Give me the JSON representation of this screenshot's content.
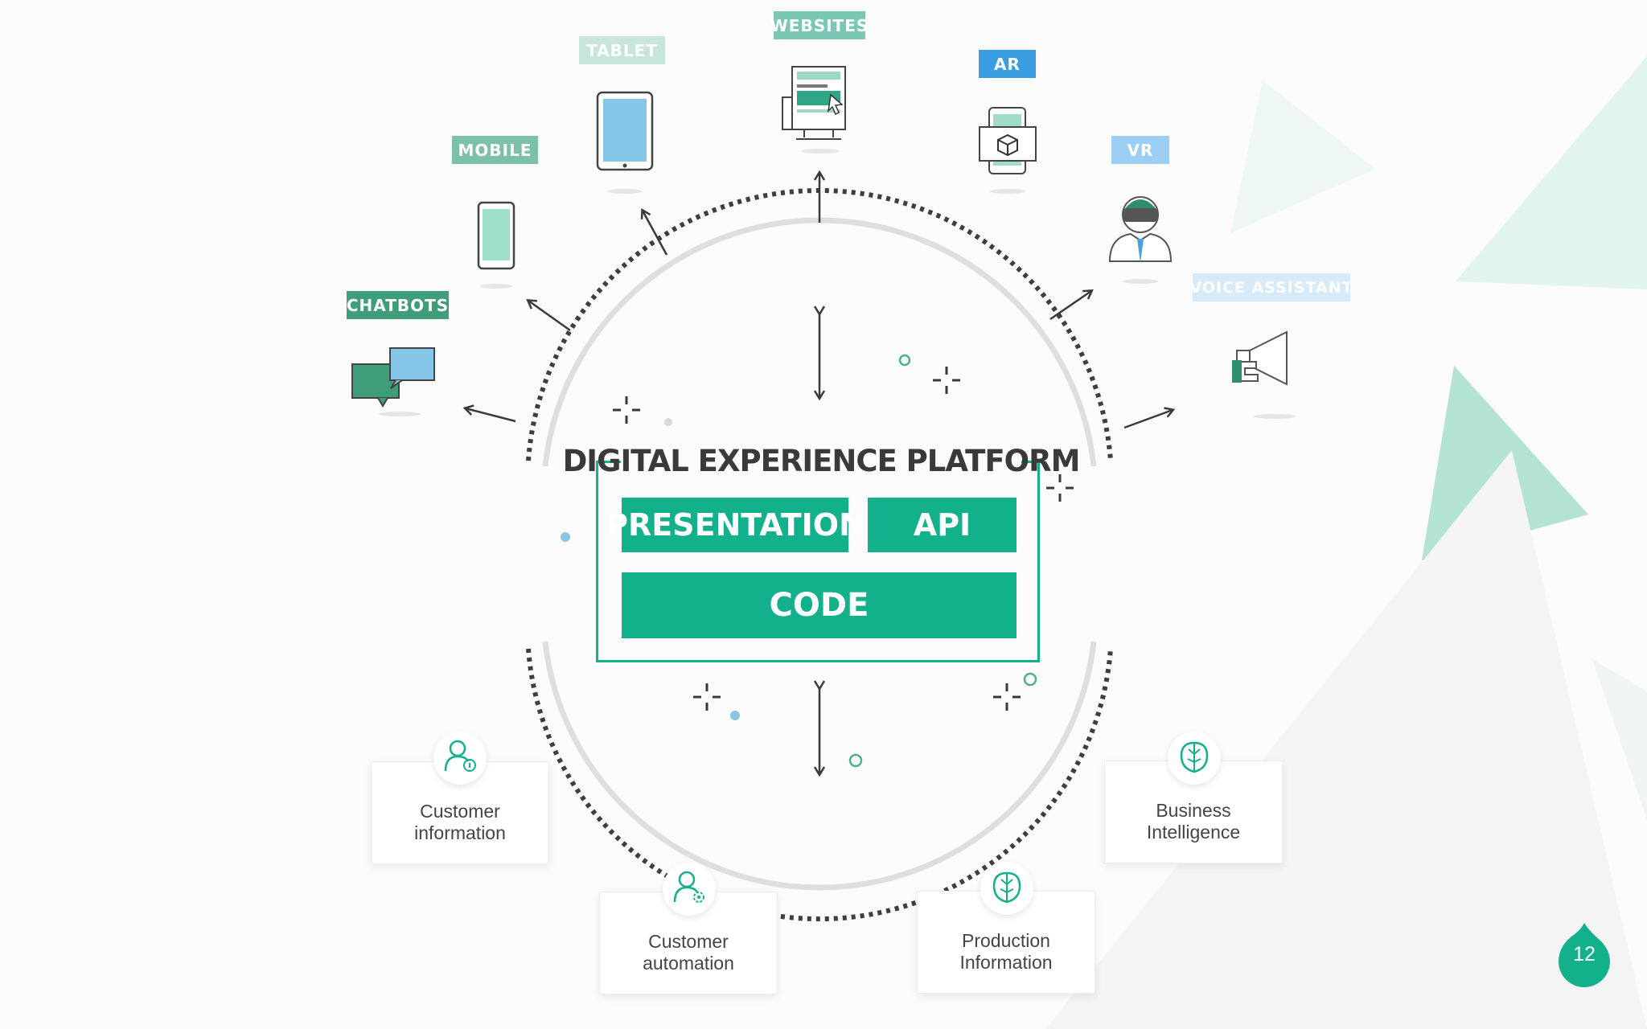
{
  "channels": {
    "websites": "WEBSITES",
    "tablet": "TABLET",
    "ar": "AR",
    "mobile": "MOBILE",
    "vr": "VR",
    "chatbots": "CHATBOTS",
    "voice_assistant": "VOICE ASSISTANT"
  },
  "platform": {
    "title": "DIGITAL EXPERIENCE PLATFORM",
    "presentation": "PRESENTATION",
    "api": "API",
    "code": "CODE"
  },
  "data_sources": {
    "customer_information": [
      "Customer",
      "information"
    ],
    "business_intelligence": [
      "Business",
      "Intelligence"
    ],
    "customer_automation": [
      "Customer",
      "automation"
    ],
    "production_information": [
      "Production",
      "Information"
    ]
  },
  "page_number": "12",
  "colors": {
    "accent": "#12b08b",
    "tablet_tag": "#c6e5dc",
    "websites_tag": "#7ac7b5",
    "ar_tag": "#3a9de0",
    "mobile_tag": "#7cc0a8",
    "vr_tag": "#9ccdf2",
    "chatbots_tag": "#3f9e79",
    "voice_tag": "#d7eaf8"
  },
  "icons": {
    "websites": "monitor-icon",
    "tablet": "tablet-icon",
    "ar": "ar-phone-icon",
    "mobile": "mobile-icon",
    "vr": "vr-headset-icon",
    "chatbots": "chat-bubbles-icon",
    "voice_assistant": "megaphone-icon",
    "customer_information": "user-info-icon",
    "business_intelligence": "brain-icon",
    "customer_automation": "user-gear-icon",
    "production_information": "brain-icon"
  }
}
